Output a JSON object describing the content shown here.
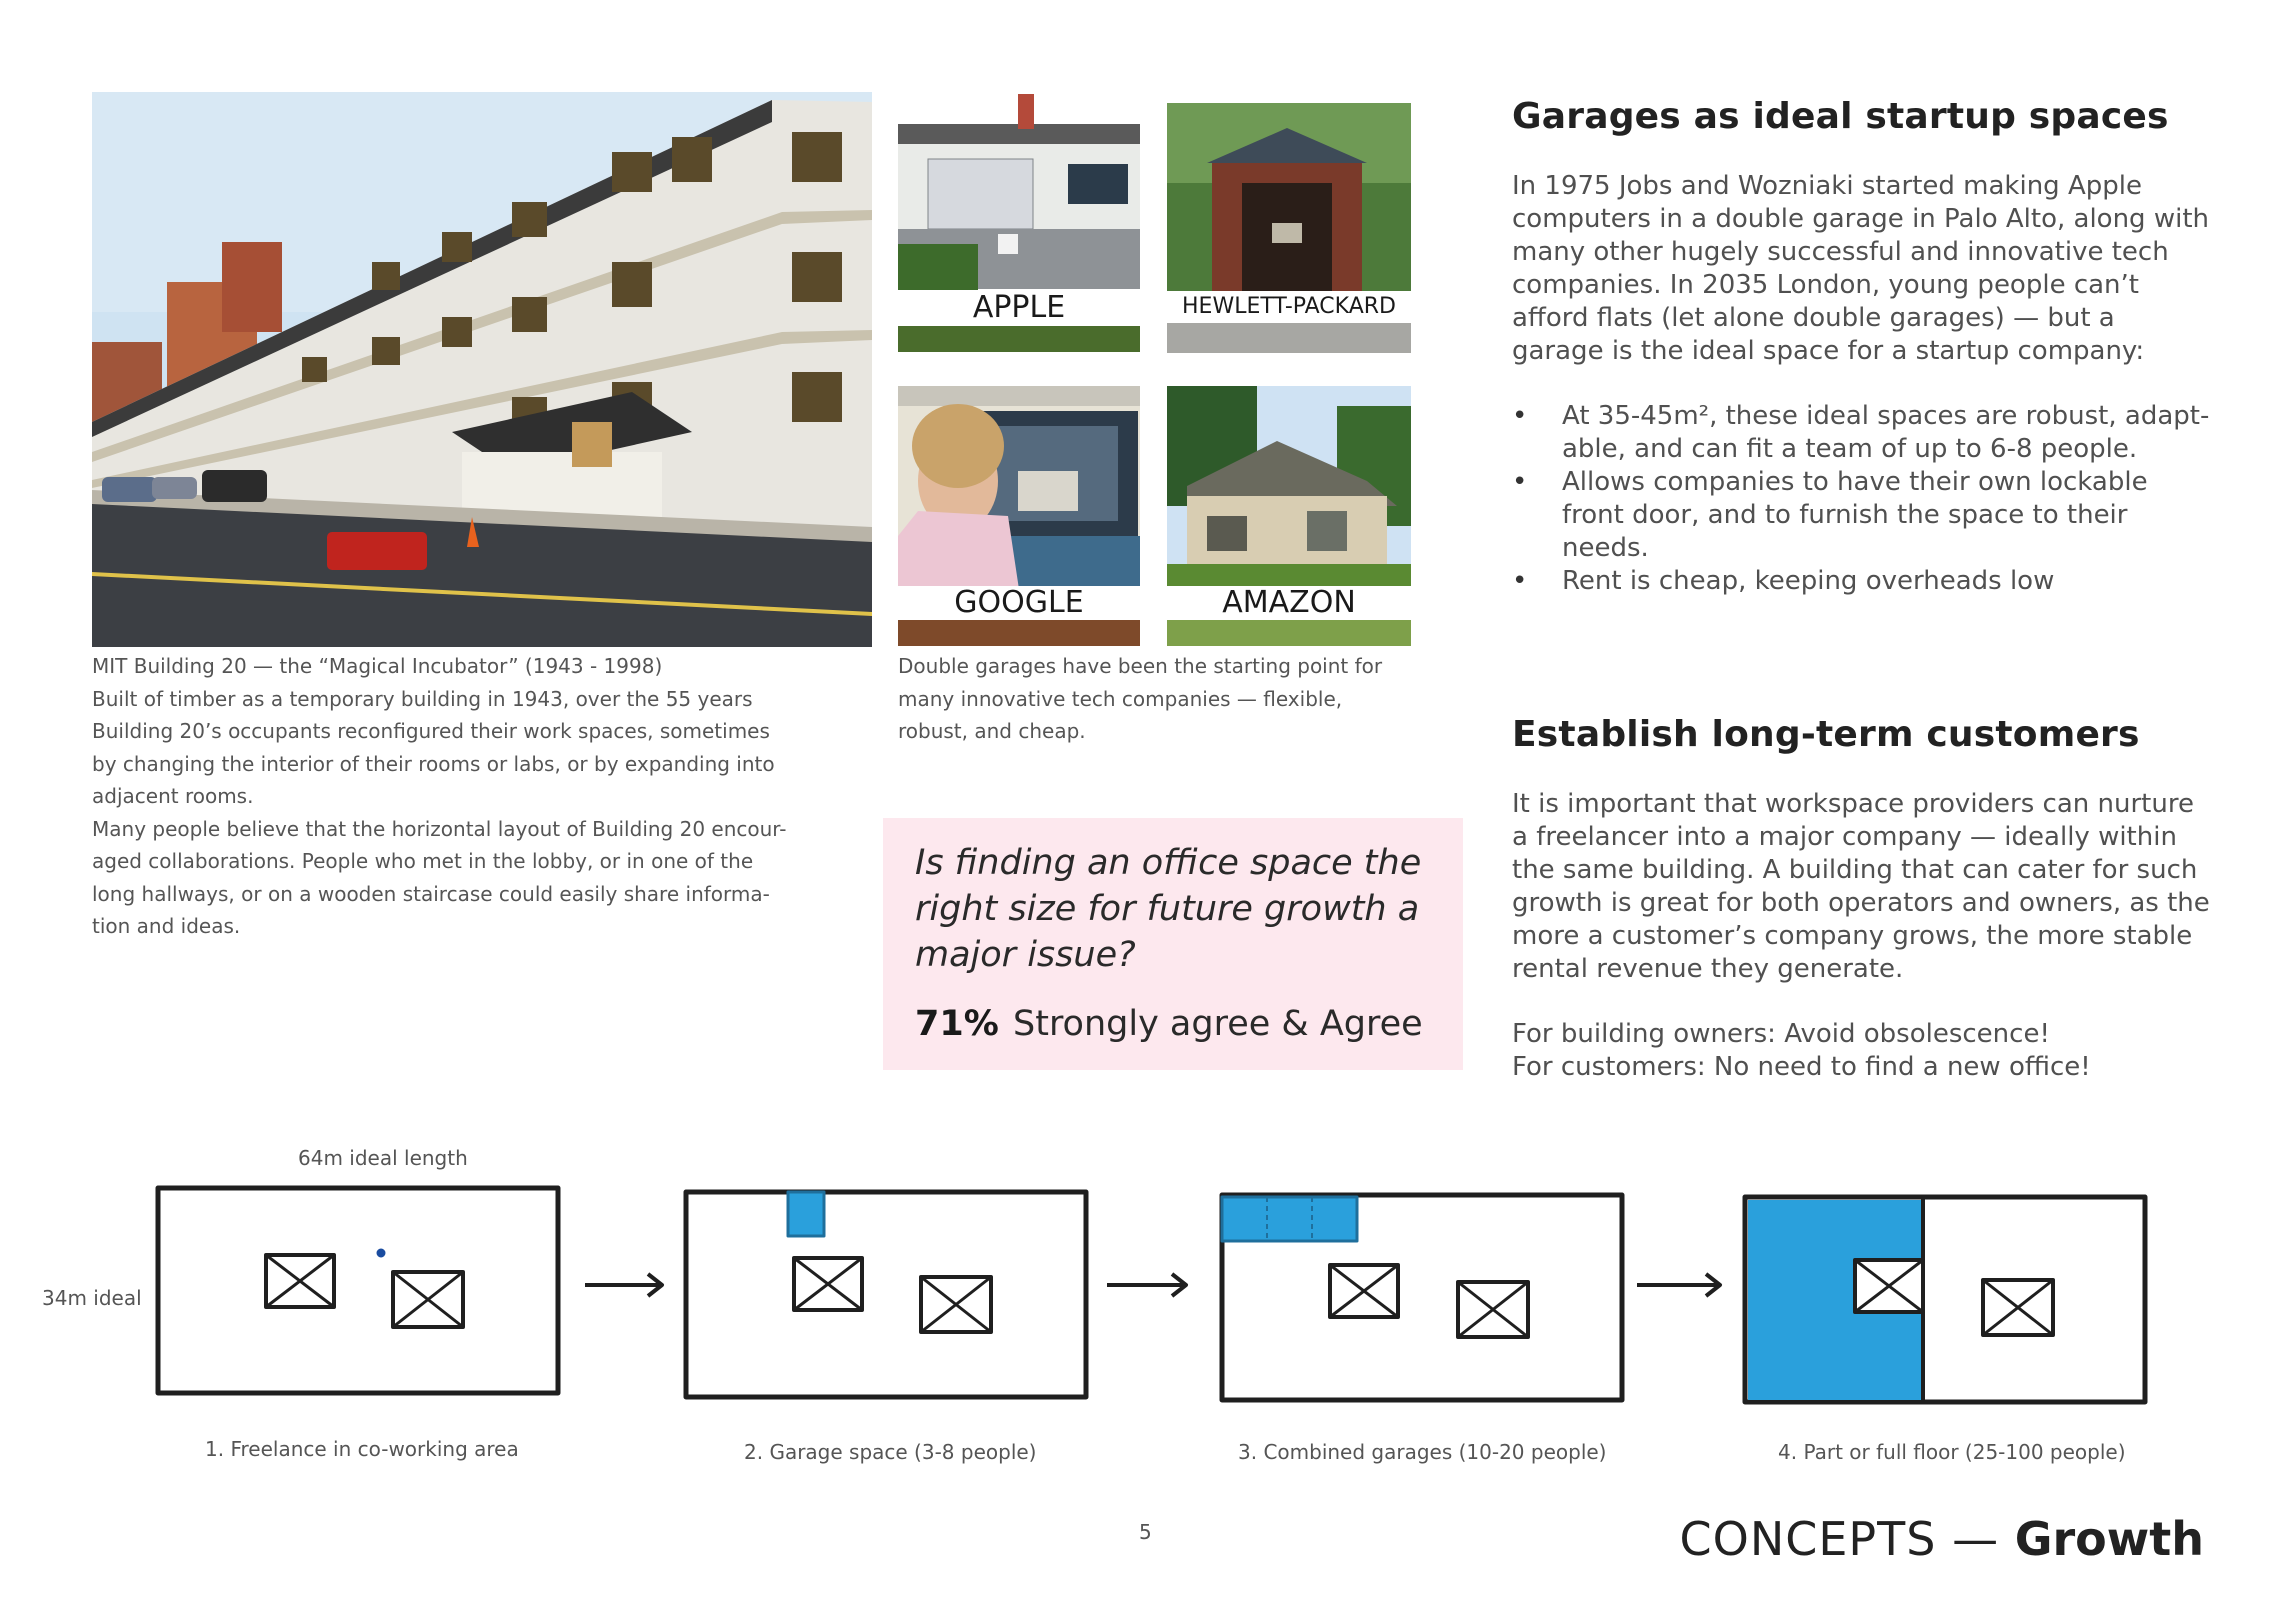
{
  "photos": {
    "building20": {
      "caption_title": "MIT Building 20 — the “Magical Incubator” (1943 - 1998)",
      "caption_p1": "Built of timber as a temporary building in 1943, over the 55 years Building 20’s occupants reconfigured their work spaces, sometimes by changing the interior of their rooms or labs, or by expanding into adjacent rooms.",
      "caption_p2": "Many people believe that the horizontal layout of Building 20 encour-aged collaborations. People who met in the lobby, or in one of the long hallways, or on a wooden staircase could easily share informa-tion and ideas."
    },
    "garages": [
      {
        "label": "APPLE"
      },
      {
        "label": "HEWLETT-PACKARD"
      },
      {
        "label": "GOOGLE"
      },
      {
        "label": "AMAZON"
      }
    ],
    "garages_caption": "Double garages have been the starting point for many innovative tech companies — flexible, robust, and cheap."
  },
  "section1": {
    "heading": "Garages as ideal startup spaces",
    "intro": "In 1975 Jobs and Wozniaki started making Apple computers in a double garage in Palo Alto, along with many other hugely successful and innovative tech companies. In 2035 London, young people can’t afford flats (let alone double garages) — but a garage is the ideal space for a startup company:",
    "bullets": [
      "At 35-45m², these ideal spaces are robust, adapt-able, and can fit a team of up to 6-8 people.",
      "Allows companies to have their own lockable front door, and to furnish the space to their needs.",
      "Rent is cheap, keeping overheads low"
    ]
  },
  "section2": {
    "heading": "Establish long-term customers",
    "body": "It is important that workspace providers can nurture a freelancer into a major company — ideally within the same building. A building that can cater for such growth is great for both operators and owners, as the more a customer’s company grows, the more stable rental revenue they generate.",
    "line1": "For building owners: Avoid obsolescence!",
    "line2": "For customers: No need to find a new office!"
  },
  "survey": {
    "question": "Is finding an office space the right size for future growth a major issue?",
    "percent": "71%",
    "answer": "Strongly agree & Agree"
  },
  "diagram": {
    "length_label": "64m ideal length",
    "width_label": "34m ideal",
    "stages": [
      {
        "label": "1. Freelance in co-working area"
      },
      {
        "label": "2. Garage space (3-8 people)"
      },
      {
        "label": "3. Combined garages (10-20 people)"
      },
      {
        "label": "4. Part or full floor (25-100 people)"
      }
    ],
    "fill_color": "#2aa0dc"
  },
  "footer": {
    "page_number": "5",
    "title_light": "CONCEPTS — ",
    "title_bold": "Growth"
  }
}
